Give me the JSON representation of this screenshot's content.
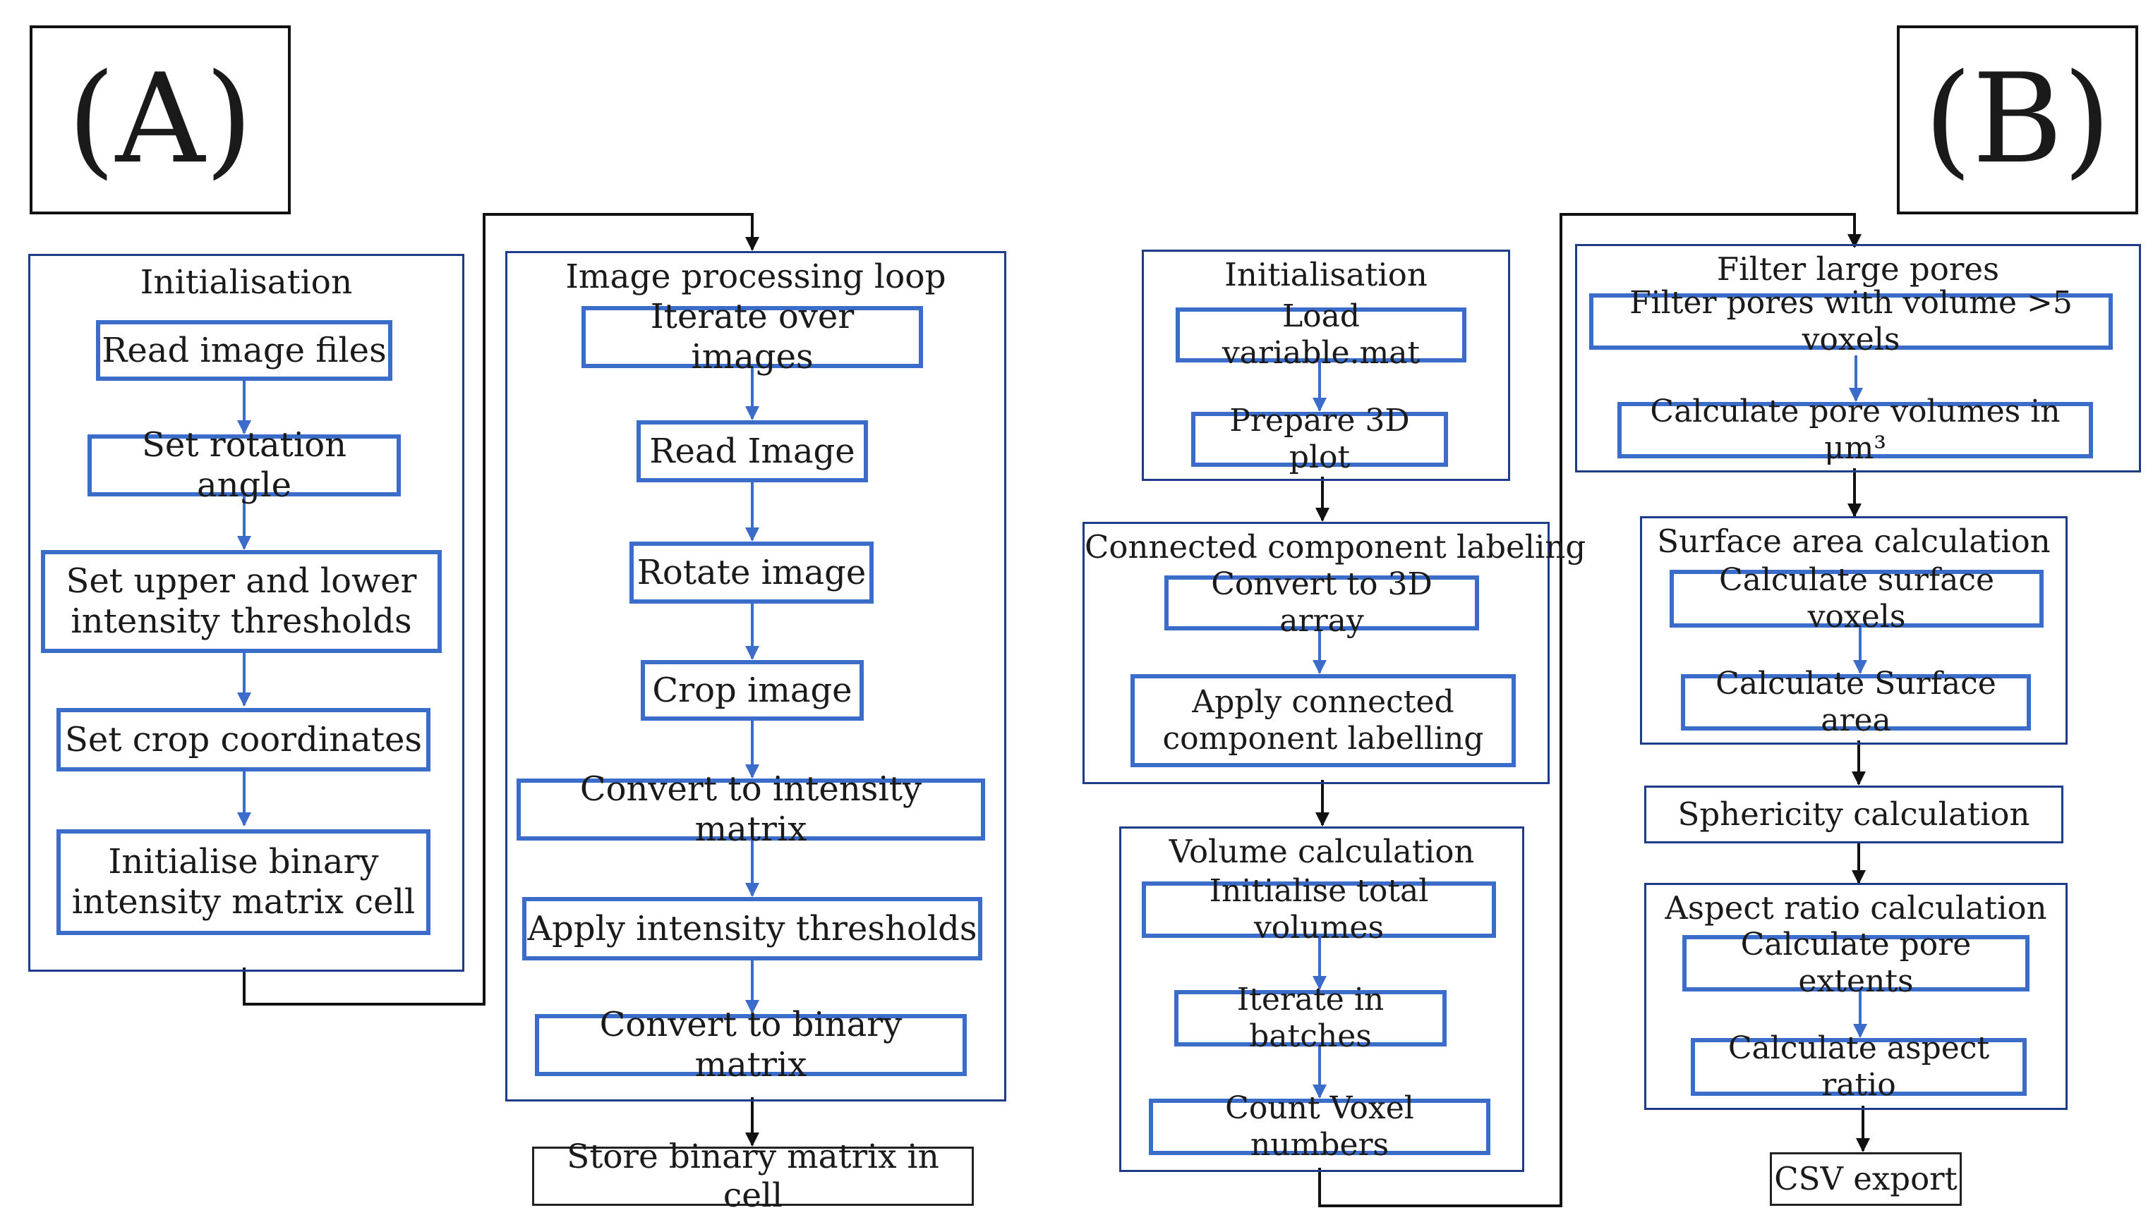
{
  "panels": {
    "a": "(A)",
    "b": "(B)"
  },
  "a": {
    "init": {
      "title": "Initialisation",
      "steps": [
        "Read image files",
        "Set rotation angle",
        "Set upper and lower\nintensity thresholds",
        "Set crop coordinates",
        "Initialise binary\nintensity matrix cell"
      ]
    },
    "loop": {
      "title": "Image processing loop",
      "steps": [
        "Iterate over images",
        "Read Image",
        "Rotate image",
        "Crop image",
        "Convert to intensity matrix",
        "Apply intensity thresholds",
        "Convert to binary matrix"
      ]
    },
    "store": "Store binary matrix in cell"
  },
  "b": {
    "init": {
      "title": "Initialisation",
      "steps": [
        "Load variable.mat",
        "Prepare 3D plot"
      ]
    },
    "ccl": {
      "title": "Connected component labeling",
      "steps": [
        "Convert to 3D array",
        "Apply connected\ncomponent labelling"
      ]
    },
    "volume": {
      "title": "Volume calculation",
      "steps": [
        "Initialise total volumes",
        "Iterate in batches",
        "Count Voxel numbers"
      ]
    },
    "filter": {
      "title": "Filter large pores",
      "steps": [
        "Filter pores with volume >5 voxels",
        "Calculate pore volumes in μm³"
      ]
    },
    "surface": {
      "title": "Surface area calculation",
      "steps": [
        "Calculate surface voxels",
        "Calculate Surface area"
      ]
    },
    "sphericity": "Sphericity calculation",
    "aspect": {
      "title": "Aspect ratio calculation",
      "steps": [
        "Calculate pore extents",
        "Calculate aspect ratio"
      ]
    },
    "csv": "CSV export"
  }
}
